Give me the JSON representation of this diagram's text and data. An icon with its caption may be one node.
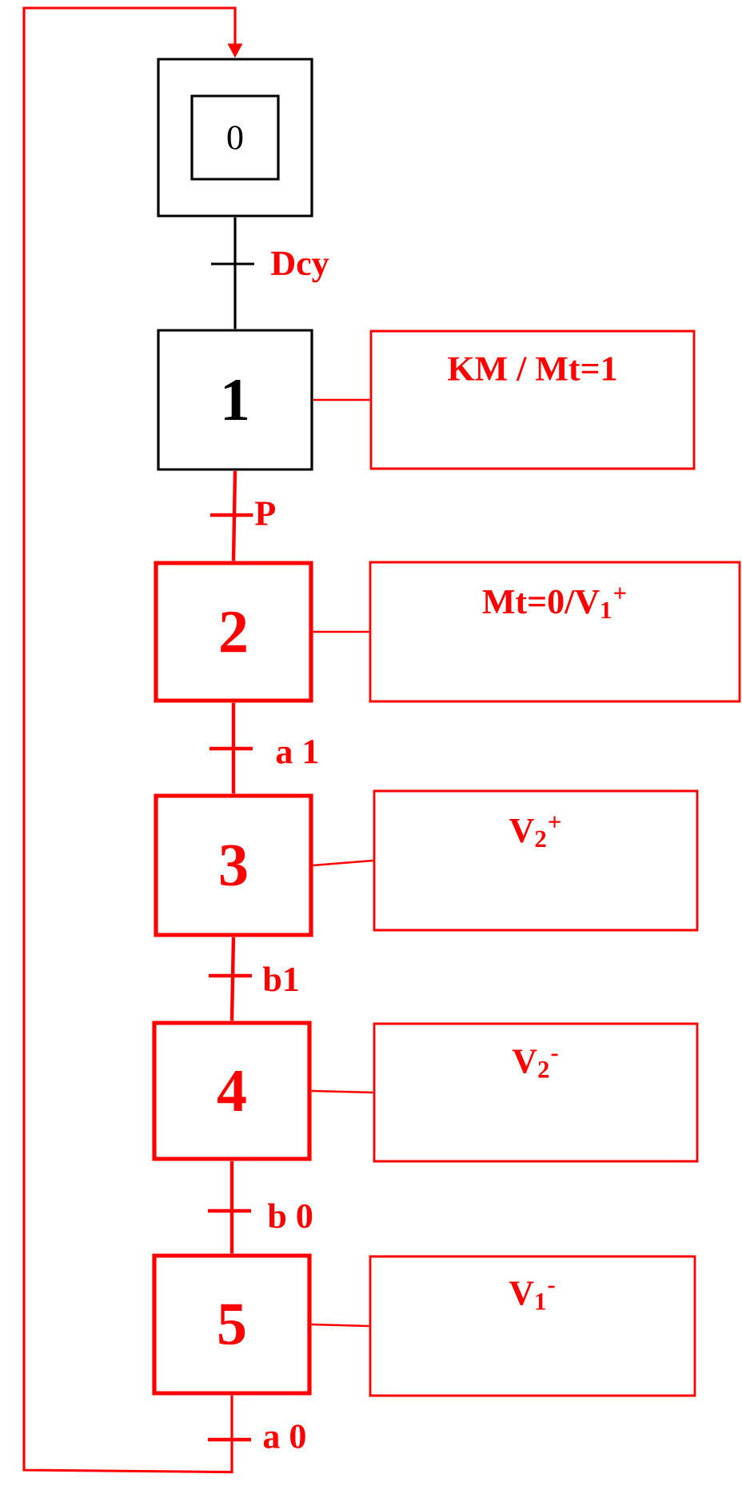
{
  "diagram": {
    "nodes": [
      {
        "text": [
          "0"
        ]
      },
      {
        "text": [
          "1"
        ]
      },
      {
        "text": [
          "KM / Mt=1"
        ]
      },
      {
        "text": [
          "2"
        ]
      },
      {
        "text": [
          "Mt=0/V$_{1}$$^{+}$"
        ]
      },
      {
        "text": [
          "3"
        ]
      },
      {
        "text": [
          "V$_{2}$$^{+}$"
        ]
      },
      {
        "text": [
          "4"
        ]
      },
      {
        "text": [
          "V$_{2}$$^{-}$"
        ]
      },
      {
        "text": [
          "5"
        ]
      },
      {
        "text": [
          "V$_{1}$$^{-}$"
        ]
      }
    ],
    "edges": [
      {
        "from": 0,
        "to": 1,
        "arrow": "none",
        "label": "Dcy",
        "color": "#000000"
      },
      {
        "from": 1,
        "to": 2,
        "arrow": "none"
      },
      {
        "from": 1,
        "to": 3,
        "arrow": "none",
        "label": "P"
      },
      {
        "from": 3,
        "to": 4,
        "arrow": "none"
      },
      {
        "from": 3,
        "to": 5,
        "arrow": "none",
        "label": "a 1"
      },
      {
        "from": 5,
        "to": 6,
        "arrow": "none"
      },
      {
        "from": 5,
        "to": 7,
        "arrow": "none",
        "label": "b1"
      },
      {
        "from": 7,
        "to": 8,
        "arrow": "none"
      },
      {
        "from": 7,
        "to": 9,
        "arrow": "none",
        "label": "b 0"
      },
      {
        "from": 9,
        "to": 10,
        "arrow": "none"
      },
      {
        "from": 9,
        "to": 0,
        "arrow": "to",
        "label": "a 0"
      }
    ]
  }
}
